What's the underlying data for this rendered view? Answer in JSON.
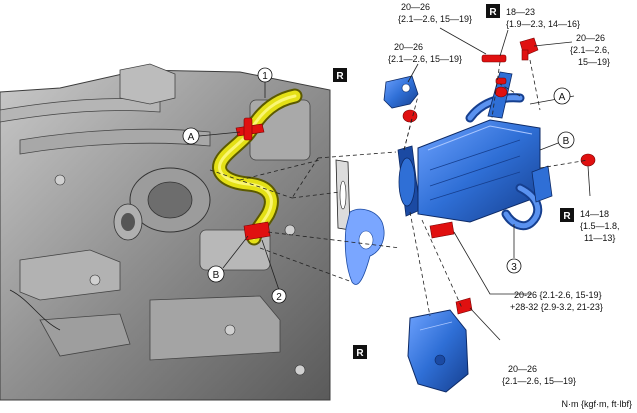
{
  "callouts": {
    "c1": "1",
    "c2": "2",
    "c3": "3",
    "A": "A",
    "B": "B"
  },
  "torque_labels": {
    "t_upper_left_1": "20—26",
    "t_upper_left_2": "{2.1—2.6, 15—19}",
    "t_left_bracket_1": "20—26",
    "t_left_bracket_2": "{2.1—2.6, 15—19}",
    "t_center_1": "18—23",
    "t_center_2": "{1.9—2.3, 14—16}",
    "t_right_top_1": "20—26",
    "t_right_top_2": "{2.1—2.6,",
    "t_right_top_3": "15—19}",
    "t_right_mid_1": "14—18",
    "t_right_mid_2": "{1.5—1.8,",
    "t_right_mid_3": "11—13}",
    "t_bolt_1": "20-26 {2.1-2.6, 15-19}",
    "t_bolt_2": "+28-32 {2.9-3.2, 21-23}",
    "t_bottom_1": "20—26",
    "t_bottom_2": "{2.1—2.6, 15—19}"
  },
  "replace_marker": "R",
  "units_note": "N·m {kgf·m, ft·lbf}",
  "colors": {
    "part_blue": "#2f6fd6",
    "part_blue_dark": "#1b4aa3",
    "fastener_red": "#e01010",
    "hose_yellow": "#d9d400",
    "engine_gray": "#9a9a9a",
    "marker_black": "#111111"
  }
}
